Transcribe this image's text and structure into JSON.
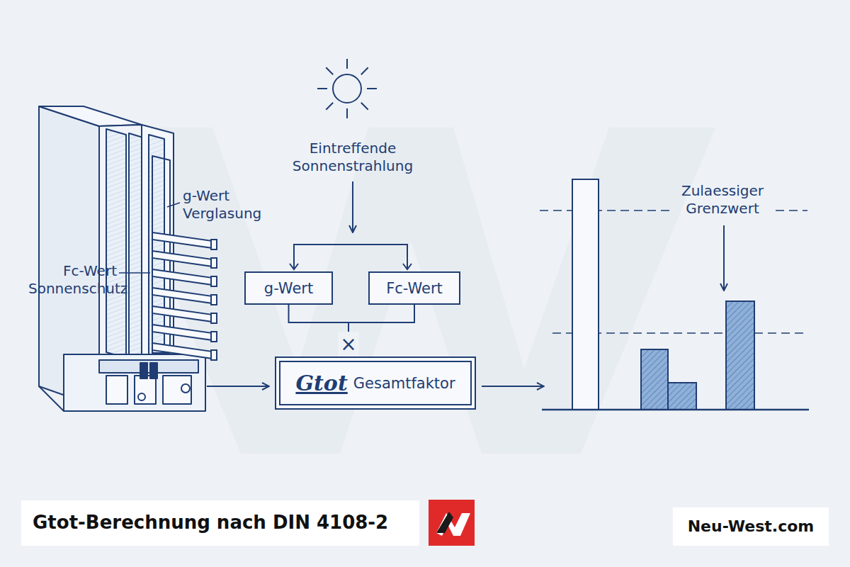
{
  "diagram": {
    "caption": "Gtot-Berechnung nach DIN 4108-2",
    "nodes": [
      {
        "text": [
          "g-Wert"
        ]
      },
      {
        "text": [
          "Fc-Wert"
        ]
      },
      {
        "text": [
          "Gtot",
          "Gesamtfaktor"
        ]
      }
    ],
    "edges": [
      {
        "from": 0,
        "to": 2,
        "arrow": "none"
      },
      {
        "from": 1,
        "to": 2,
        "arrow": "none"
      }
    ],
    "labels": [
      "Eintreffende Sonnenstrahlung",
      "g-Wert Verglasung",
      "Fc-Wert Sonnenschutz",
      "×",
      "Zulaessiger Grenzwert",
      "Neu-West.com"
    ]
  }
}
